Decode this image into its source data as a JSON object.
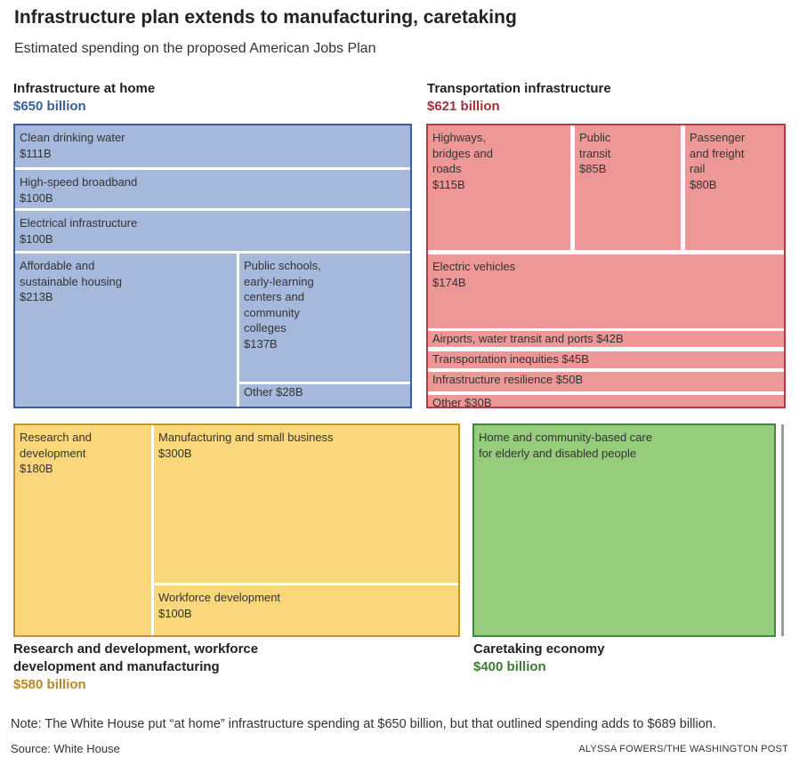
{
  "title": "Infrastructure plan extends to manufacturing, caretaking",
  "subtitle": "Estimated spending on the proposed American Jobs Plan",
  "chart_data": {
    "type": "treemap",
    "unit": "billions of dollars",
    "groups": [
      {
        "id": "home",
        "name": "Infrastructure at home",
        "total_label": "$650 billion",
        "total": 650,
        "fill": "#a6b9dd",
        "border": "#3b5f9a",
        "label_color": "#3b5f9a",
        "items": [
          {
            "name": "Clean drinking water",
            "value_label": "$111B",
            "value": 111
          },
          {
            "name": "High-speed broadband",
            "value_label": "$100B",
            "value": 100
          },
          {
            "name": "Electrical infrastructure",
            "value_label": "$100B",
            "value": 100
          },
          {
            "name": "Affordable and\nsustainable housing",
            "value_label": "$213B",
            "value": 213
          },
          {
            "name": "Public schools,\nearly-learning\ncenters and\ncommunity\ncolleges",
            "value_label": "$137B",
            "value": 137
          },
          {
            "name": "Other",
            "value_label": "$28B",
            "value": 28
          }
        ]
      },
      {
        "id": "transport",
        "name": "Transportation infrastructure",
        "total_label": "$621 billion",
        "total": 621,
        "fill": "#ee9797",
        "border": "#b53a42",
        "label_color": "#a3303a",
        "items": [
          {
            "name": "Highways,\nbridges and\nroads",
            "value_label": "$115B",
            "value": 115
          },
          {
            "name": "Public\ntransit",
            "value_label": "$85B",
            "value": 85
          },
          {
            "name": "Passenger\nand freight\nrail",
            "value_label": "$80B",
            "value": 80
          },
          {
            "name": "Electric vehicles",
            "value_label": "$174B",
            "value": 174
          },
          {
            "name": "Airports, water transit and ports",
            "value_label": "$42B",
            "value": 42
          },
          {
            "name": "Transportation inequities",
            "value_label": "$45B",
            "value": 45
          },
          {
            "name": "Infrastructure resilience",
            "value_label": "$50B",
            "value": 50
          },
          {
            "name": "Other",
            "value_label": "$30B",
            "value": 30
          }
        ]
      },
      {
        "id": "rd",
        "name": "Research and development, workforce\ndevelopment and manufacturing",
        "total_label": "$580 billion",
        "total": 580,
        "fill": "#fad77b",
        "border": "#c9902c",
        "label_color": "#b88728",
        "items": [
          {
            "name": "Research and\ndevelopment",
            "value_label": "$180B",
            "value": 180
          },
          {
            "name": "Manufacturing and small business",
            "value_label": "$300B",
            "value": 300
          },
          {
            "name": "Workforce development",
            "value_label": "$100B",
            "value": 100
          }
        ]
      },
      {
        "id": "care",
        "name": "Caretaking economy",
        "total_label": "$400 billion",
        "total": 400,
        "fill": "#95cd7d",
        "border": "#3f8a3c",
        "label_color": "#3f7a35",
        "items": [
          {
            "name": "Home and community-based care\nfor elderly and disabled people",
            "value_label": "",
            "value": 400
          }
        ]
      }
    ]
  },
  "note": "Note: The White House put “at home” infrastructure spending at $650 billion, but that outlined spending adds to $689 billion.",
  "source": "Source: White House",
  "credit": "ALYSSA FOWERS/THE WASHINGTON POST"
}
